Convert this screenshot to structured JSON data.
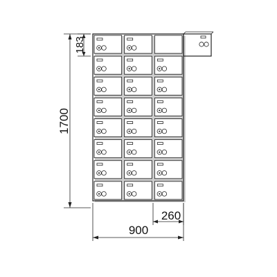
{
  "dimensions": {
    "total_height": "1700",
    "door_height": "183",
    "total_width": "900",
    "door_width": "260"
  },
  "locker": {
    "columns": 3,
    "rows": 8,
    "open_door_position": "top-right"
  },
  "colors": {
    "line": "#222222",
    "background": "#ffffff",
    "shadow": "#bbbbbb"
  }
}
